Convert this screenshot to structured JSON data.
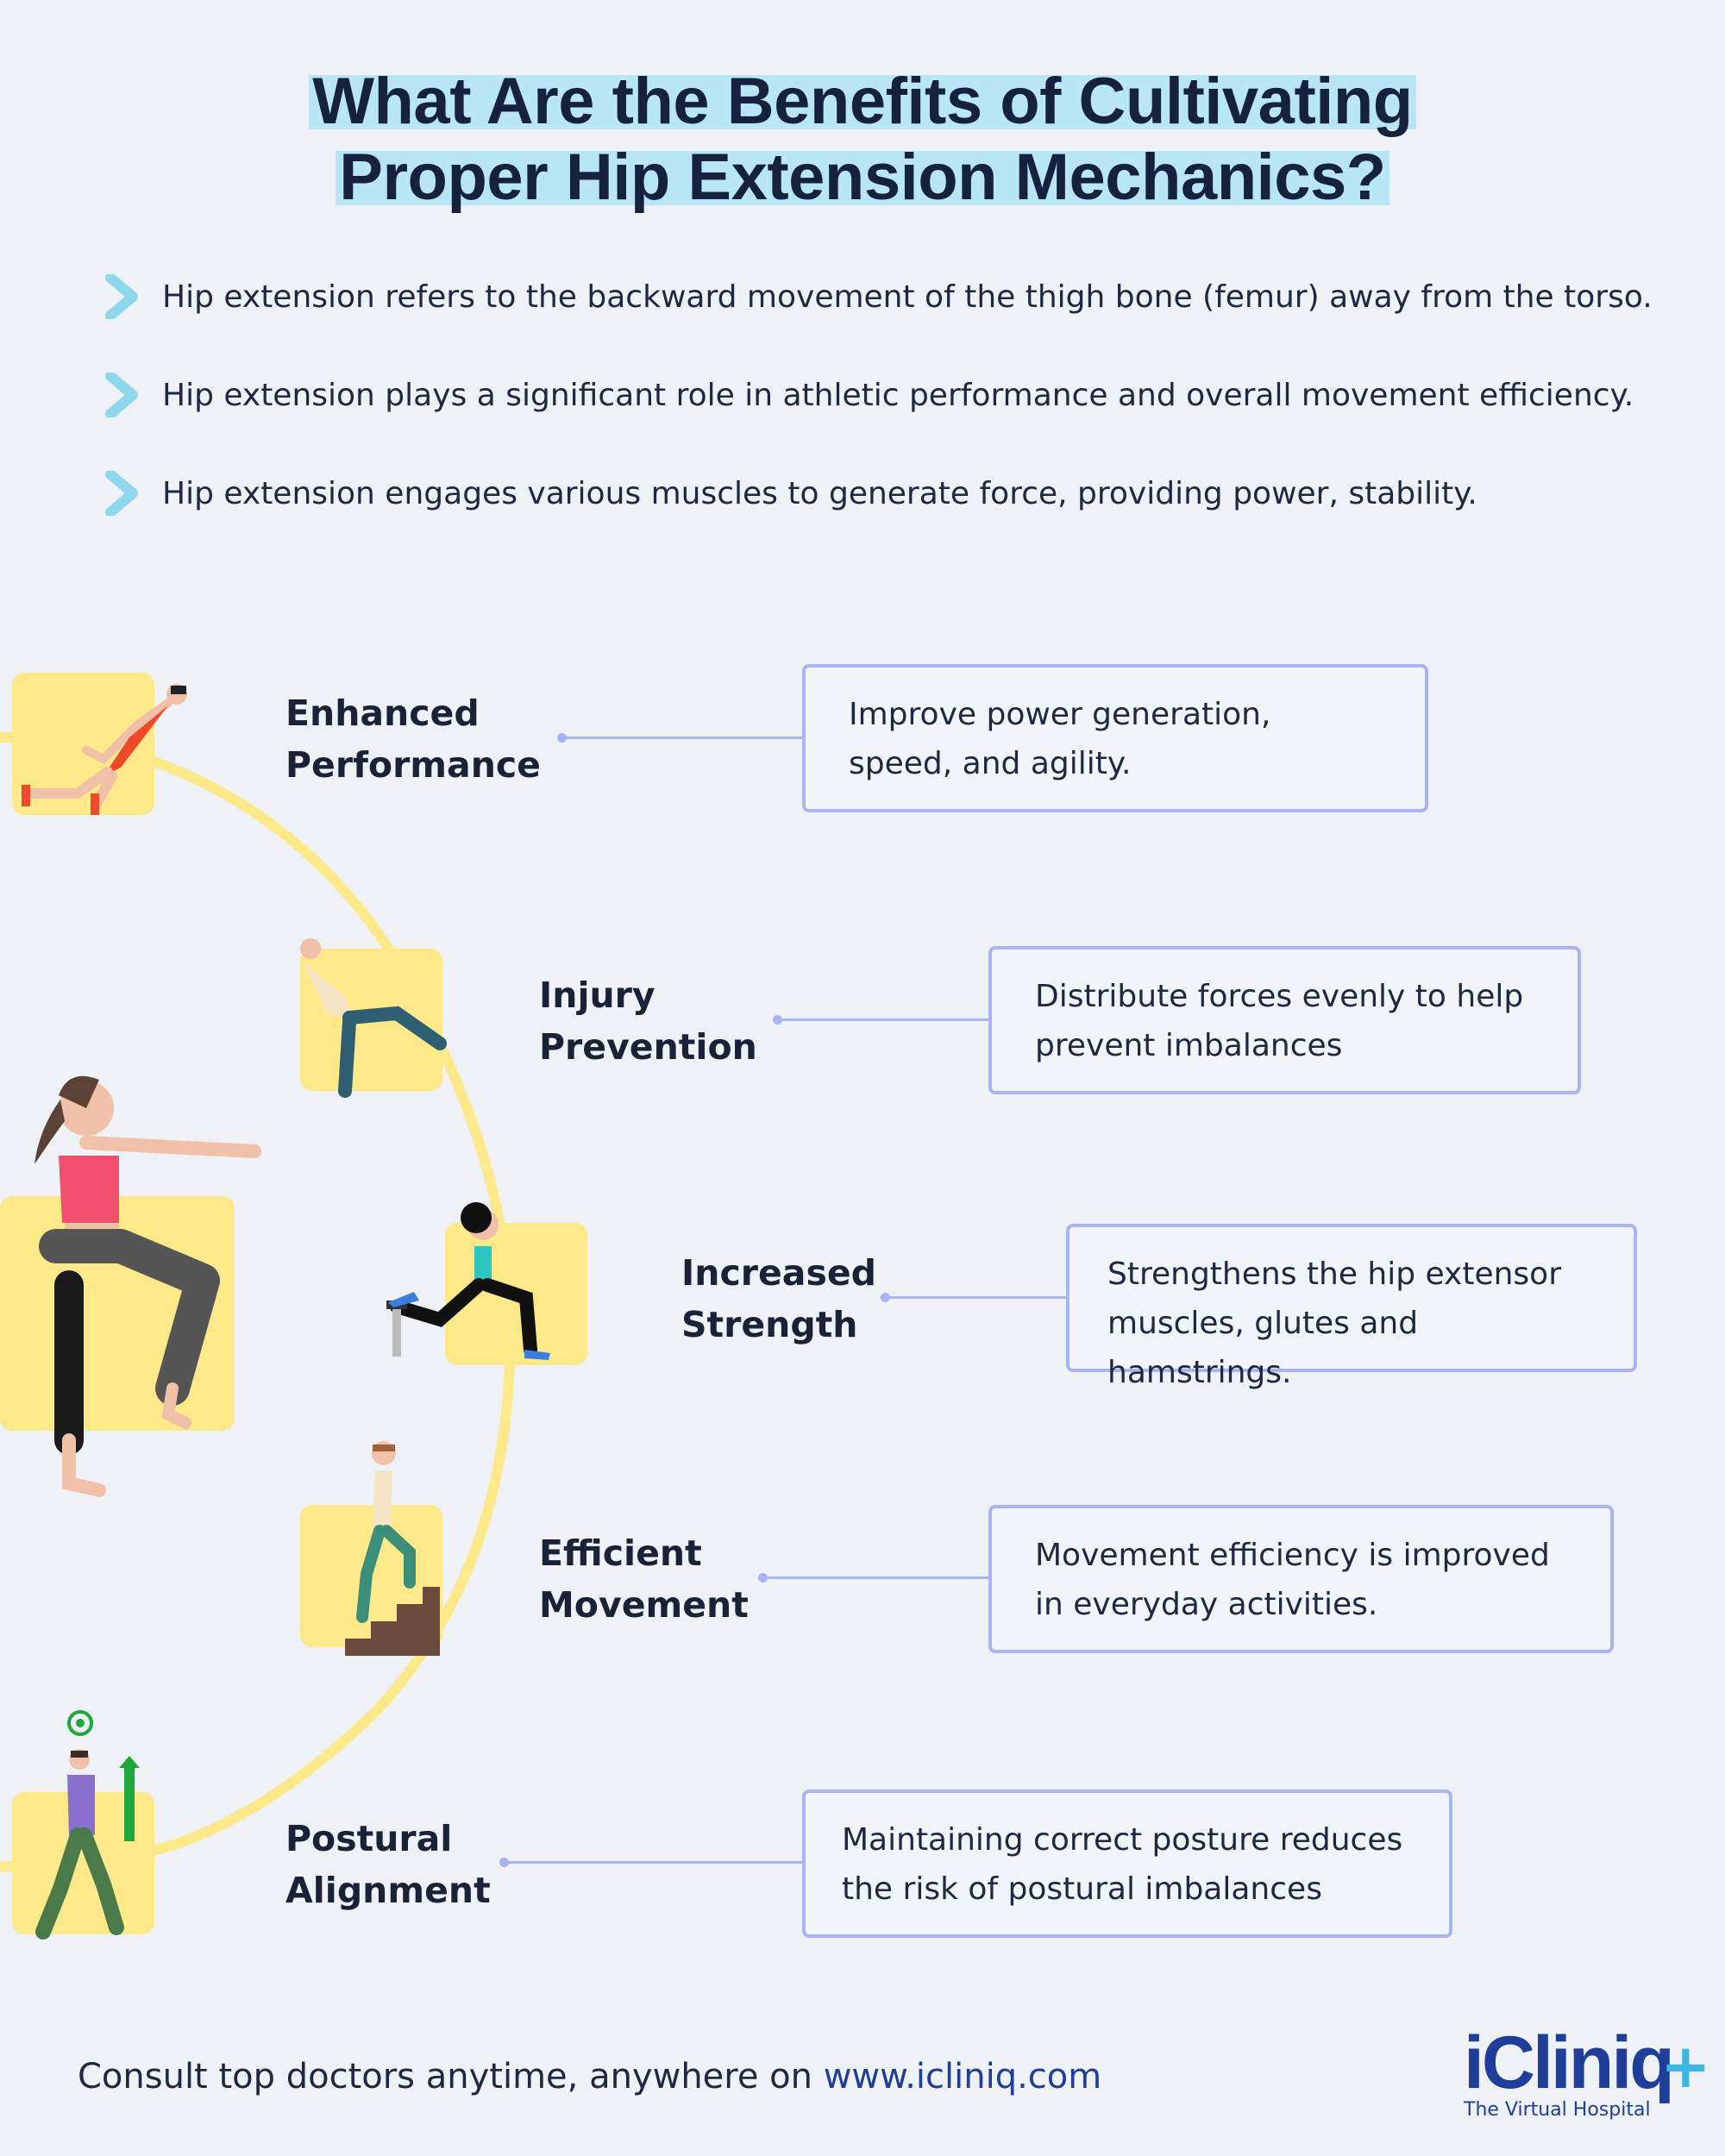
{
  "title": {
    "line1": "What Are the Benefits of Cultivating",
    "line2": "Proper Hip Extension Mechanics?"
  },
  "bullets": [
    {
      "icon": "chevron-right-icon",
      "text": "Hip extension refers to the backward movement of the thigh bone (femur) away from the torso."
    },
    {
      "icon": "chevron-right-icon",
      "text": "Hip extension plays a significant role in athletic performance and overall movement efficiency."
    },
    {
      "icon": "chevron-right-icon",
      "text": "Hip extension engages various muscles to generate force, providing power, stability."
    }
  ],
  "benefits": [
    {
      "line1": "Enhanced",
      "line2": "Performance",
      "desc": "Improve power generation, speed, and agility.",
      "illustration": "sprinter-icon"
    },
    {
      "line1": "Injury",
      "line2": "Prevention",
      "desc": "Distribute forces evenly to help prevent imbalances",
      "illustration": "man-stepping-icon"
    },
    {
      "line1": "Increased",
      "line2": "Strength",
      "desc": "Strengthens the hip extensor muscles, glutes and hamstrings.",
      "illustration": "woman-lunge-icon"
    },
    {
      "line1": "Efficient",
      "line2": "Movement",
      "desc": "Movement efficiency is improved in everyday activities.",
      "illustration": "man-climbing-stairs-icon"
    },
    {
      "line1": "Postural",
      "line2": "Alignment",
      "desc": "Maintaining correct posture reduces the risk of postural imbalances",
      "illustration": "man-walking-posture-icon"
    }
  ],
  "center_illustration": "woman-knee-raise-icon",
  "footer": {
    "text": "Consult top doctors anytime, anywhere on ",
    "link": "www.icliniq.com"
  },
  "logo": {
    "brand": "iCliniq",
    "tagline": "The Virtual Hospital"
  },
  "colors": {
    "background": "#eef2f7",
    "title_highlight": "#b9e6f5",
    "arc": "#fde98a",
    "box_border": "#a9b4f2",
    "brand_blue": "#1f3d99",
    "chevron": "#8fd8ec"
  }
}
